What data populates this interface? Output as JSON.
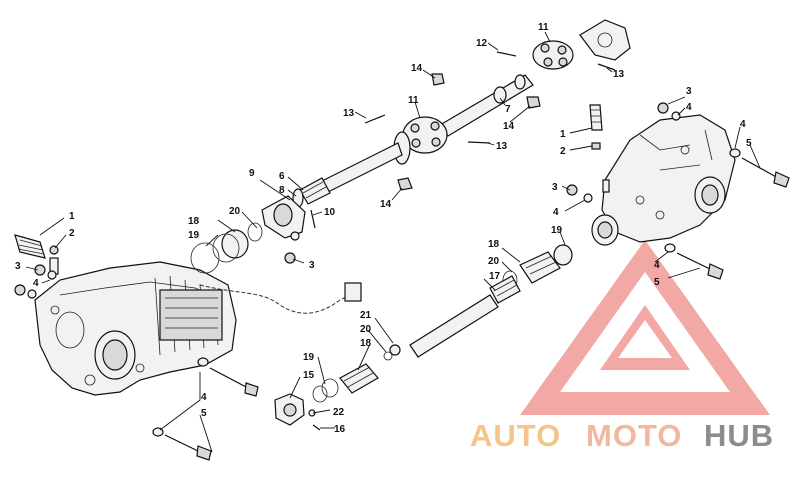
{
  "watermark": {
    "parts": [
      "AUTO",
      "MOTO",
      "HUB"
    ],
    "colors": [
      "#f5c48a",
      "#f2b79f",
      "#8c8c8c"
    ],
    "logo_color": "#e8625a"
  },
  "callouts": {
    "c1": "1",
    "c2": "2",
    "c3": "3",
    "c4": "4",
    "c5": "5",
    "c6": "6",
    "c7": "7",
    "c8": "8",
    "c9": "9",
    "c10": "10",
    "c11": "11",
    "c12": "12",
    "c13": "13",
    "c14": "14",
    "c15": "15",
    "c16": "16",
    "c17": "17",
    "c18": "18",
    "c19": "19",
    "c20": "20",
    "c21": "21",
    "c22": "22"
  }
}
